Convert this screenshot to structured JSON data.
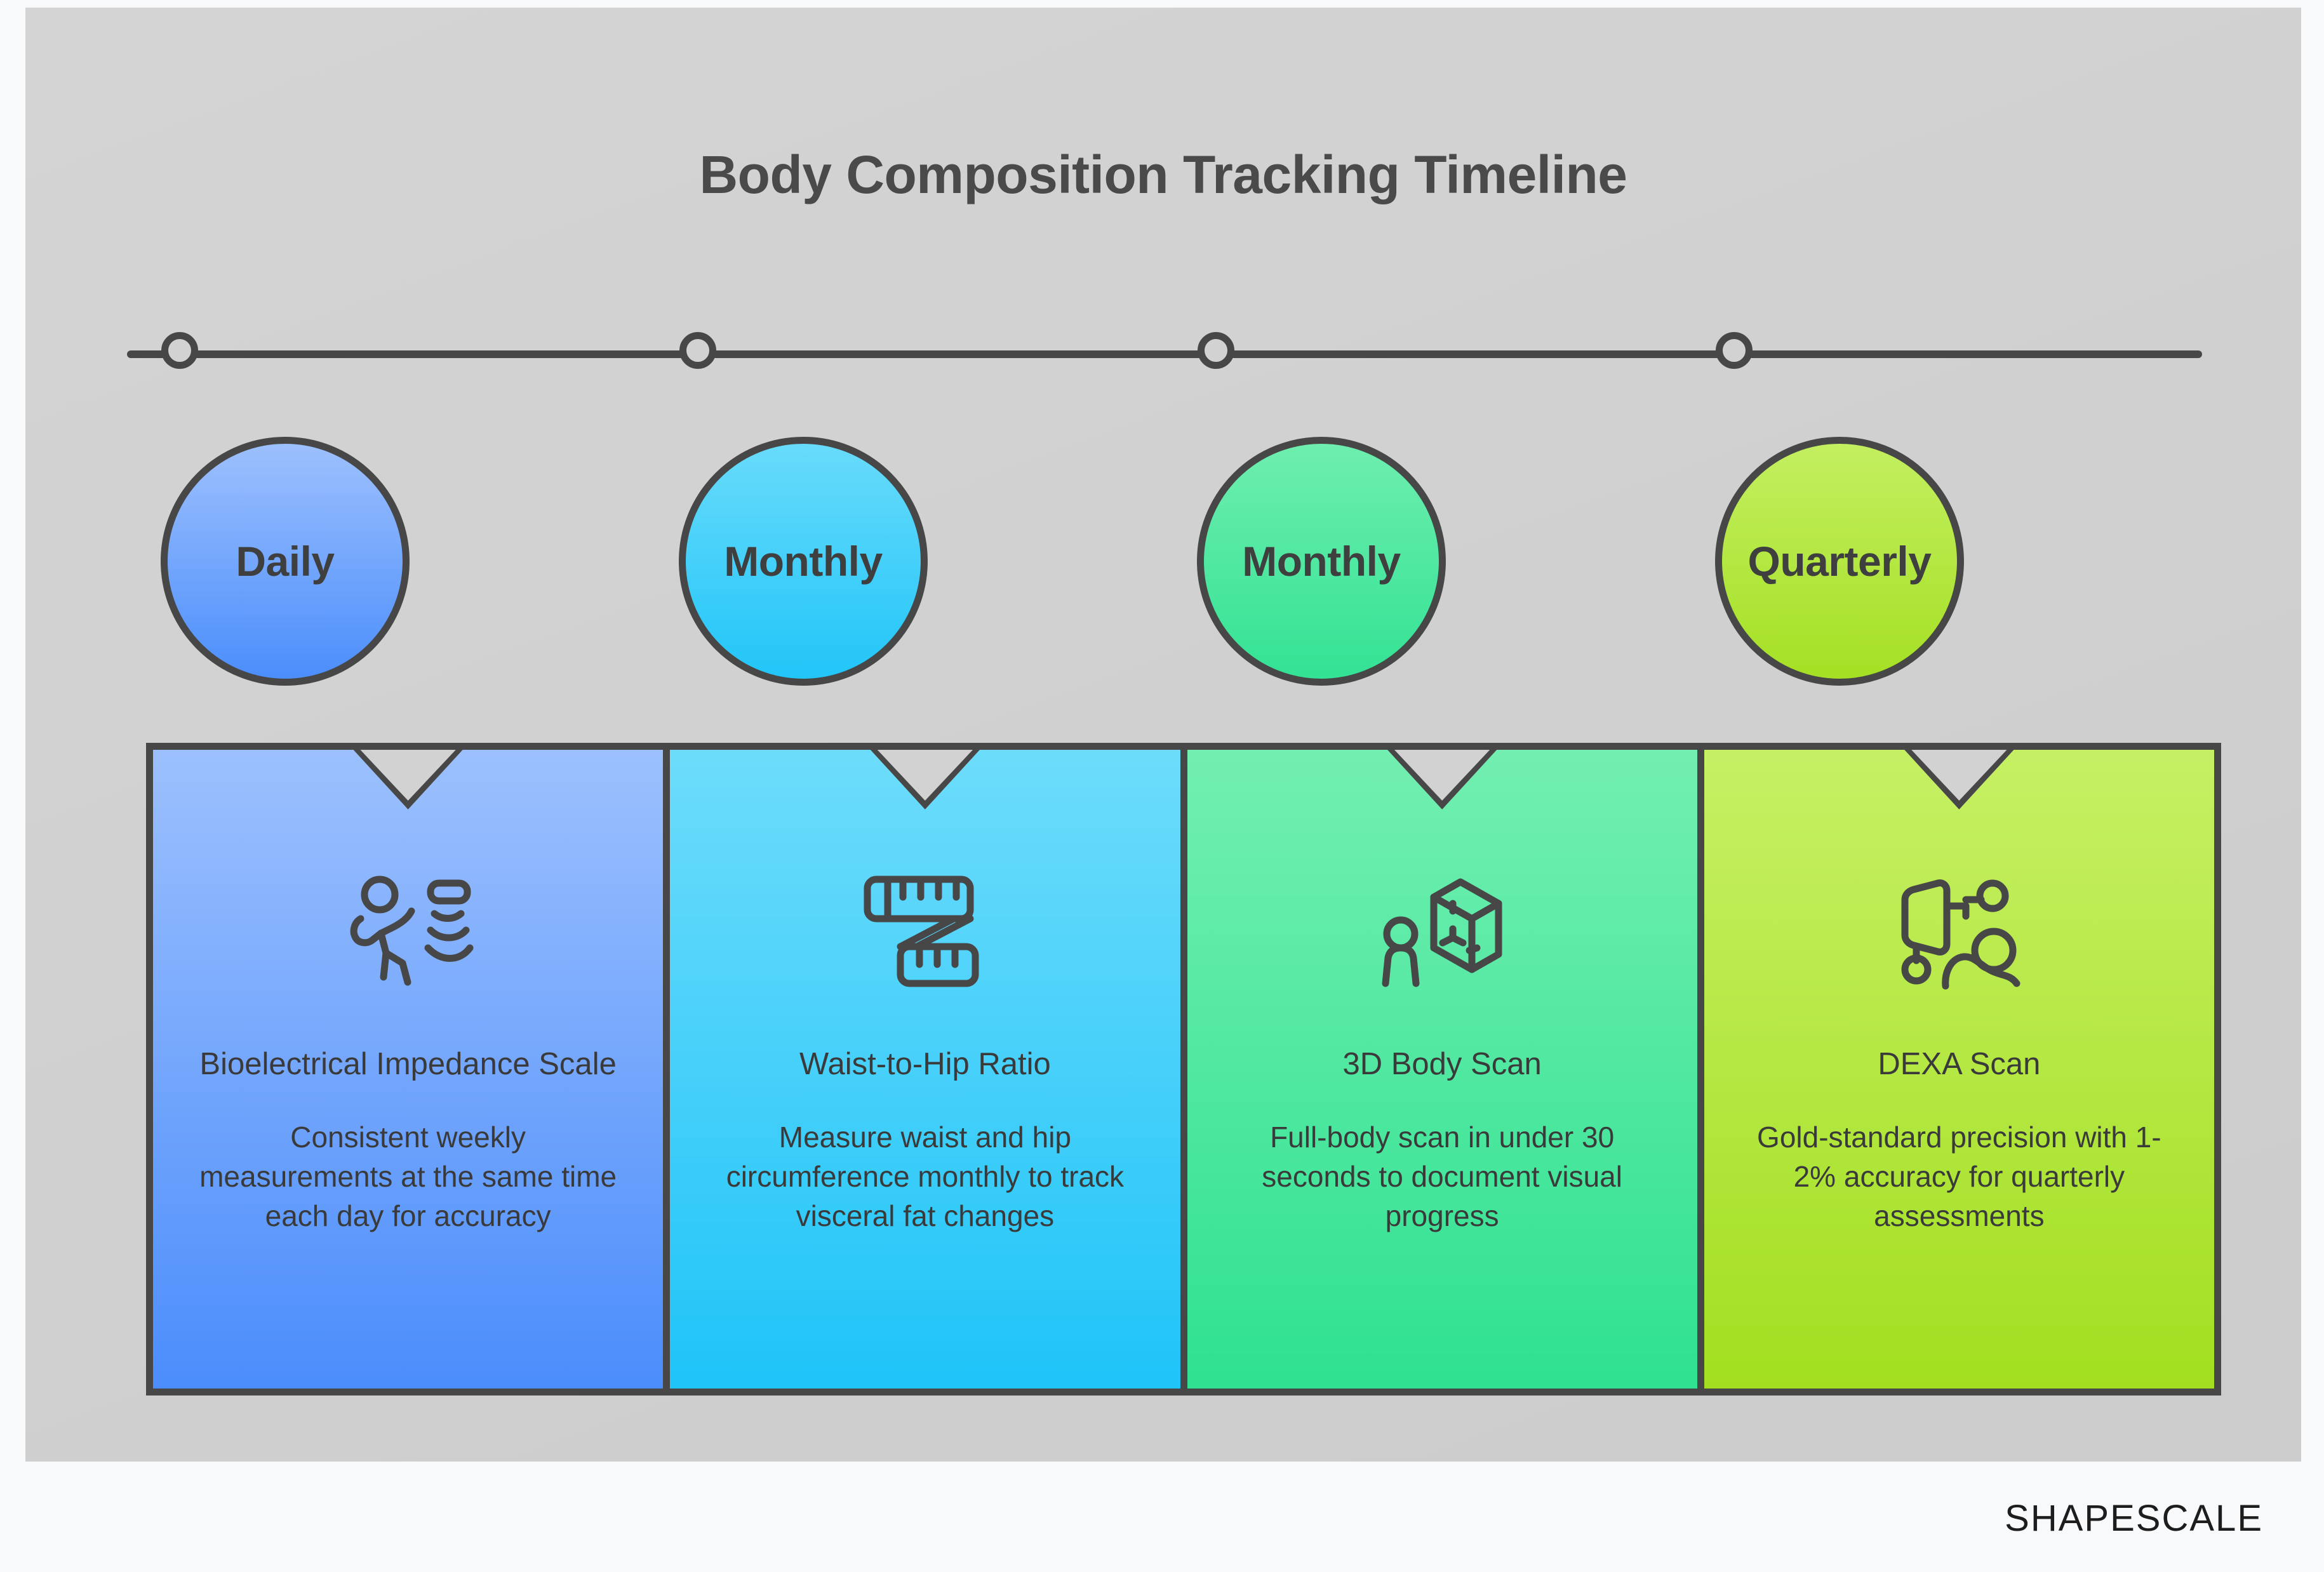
{
  "header": {
    "title": "Body Composition Tracking Timeline"
  },
  "timeline": {
    "marker_count": 4,
    "axis_color": "#474747"
  },
  "stages": [
    {
      "frequency": "Daily",
      "circle_color_top": "#9dc0fd",
      "circle_color_bottom": "#4b8efc",
      "card_color_top": "#9cc0fd",
      "card_color_bottom": "#4b8dfc",
      "icon": "walking-person-scale-icon",
      "title": "Bioelectrical Impedance Scale",
      "description": "Consistent weekly measurements at the same time each day for accuracy"
    },
    {
      "frequency": "Monthly",
      "circle_color_top": "#68dbfb",
      "circle_color_bottom": "#22c5f8",
      "card_color_top": "#6ddcfb",
      "card_color_bottom": "#1fc4f8",
      "icon": "measuring-tape-icon",
      "title": "Waist-to-Hip Ratio",
      "description": "Measure waist and hip circumference monthly to track visceral fat changes"
    },
    {
      "frequency": "Monthly",
      "circle_color_top": "#6eeeaf",
      "circle_color_bottom": "#33e294",
      "card_color_top": "#72efb1",
      "card_color_bottom": "#2fe191",
      "icon": "person-3d-box-scan-icon",
      "title": "3D Body Scan",
      "description": "Full-body scan in under 30 seconds to document visual progress"
    },
    {
      "frequency": "Quarterly",
      "circle_color_top": "#c3ef60",
      "circle_color_bottom": "#a5e024",
      "card_color_top": "#c6f064",
      "card_color_bottom": "#a3df20",
      "icon": "dexa-scanner-icon",
      "title": "DEXA Scan",
      "description": "Gold-standard precision with 1-2% accuracy for quarterly assessments"
    }
  ],
  "footer": {
    "brand": "SHAPESCALE"
  },
  "colors": {
    "canvas_background": "#d2d2d2",
    "outline": "#474747",
    "text": "#3a3a3a",
    "title_text": "#4a4a4a",
    "footer_background": "#f8f9fb"
  }
}
